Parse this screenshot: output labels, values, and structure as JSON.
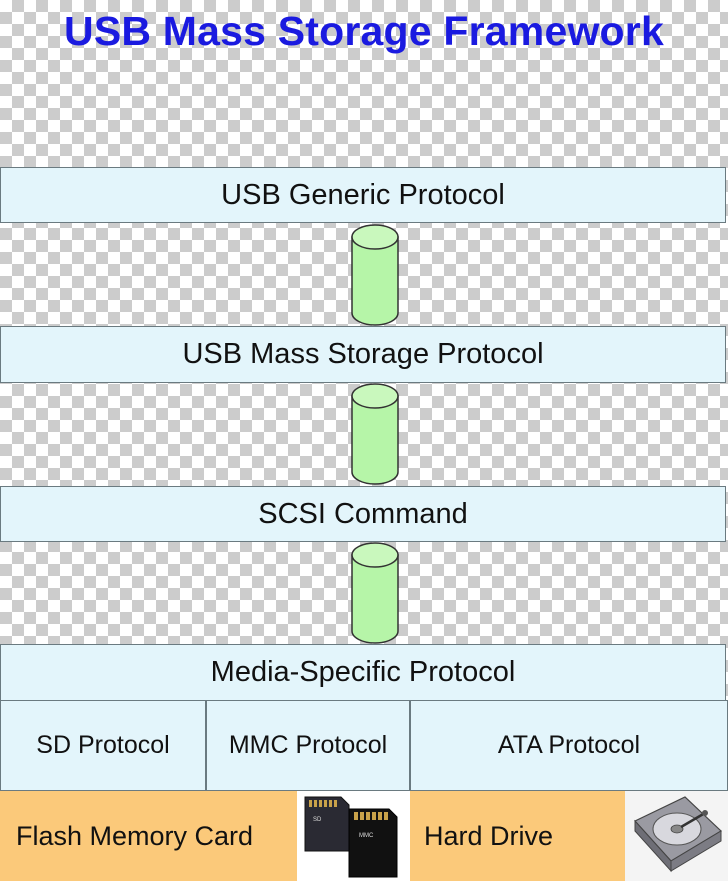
{
  "title": "USB Mass Storage Framework",
  "layers": [
    "USB Generic Protocol",
    "USB Mass Storage Protocol",
    "SCSI Command",
    "Media-Specific Protocol"
  ],
  "protocols": [
    "SD Protocol",
    "MMC Protocol",
    "ATA Protocol"
  ],
  "media": {
    "flash_label": "Flash Memory Card",
    "hard_drive_label": "Hard Drive",
    "card_labels": [
      "SD",
      "MMC"
    ]
  },
  "colors": {
    "title": "#1a1ae0",
    "layer_fill": "#e3f5fb",
    "connector": "#b6f5a8",
    "media_fill": "#fbc97a"
  }
}
